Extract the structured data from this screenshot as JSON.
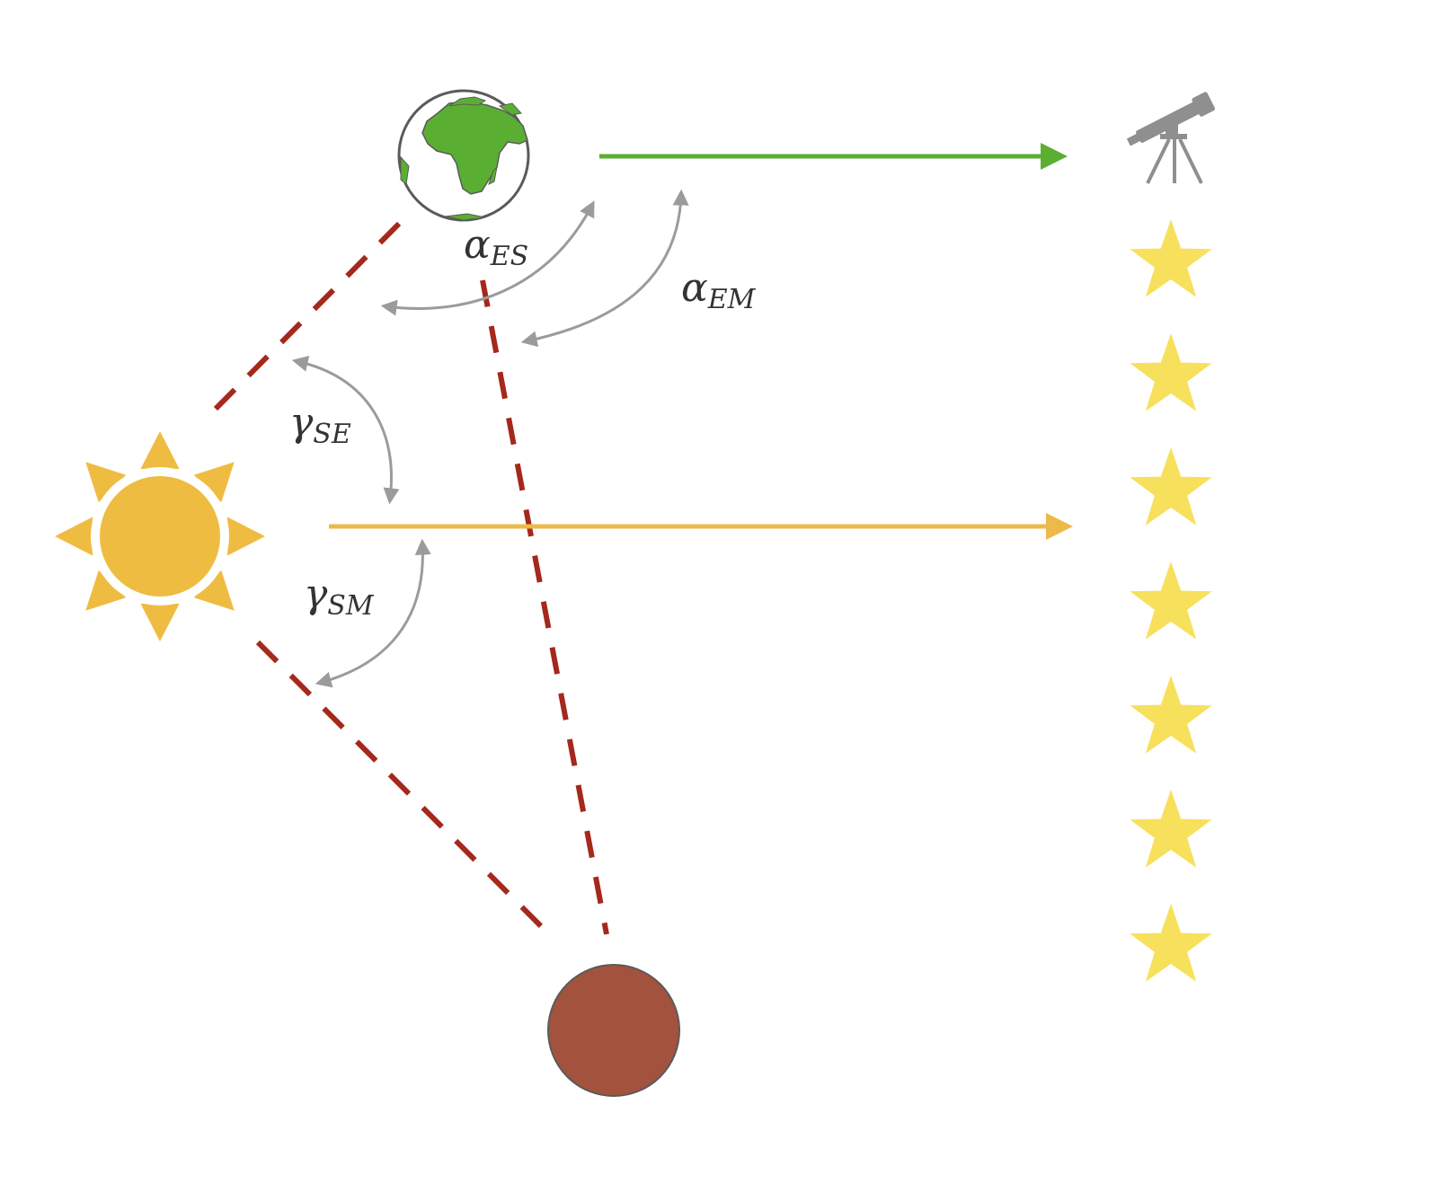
{
  "colors": {
    "earth_land": "#5aaf32",
    "earth_outline": "#5a5a5a",
    "sun": "#efbc42",
    "mars": "#a3523d",
    "sightline": "#a5281c",
    "earth_arrow": "#5aaf32",
    "sun_arrow": "#ecba4a",
    "angle_arc": "#9b9b9b",
    "telescope": "#8f8f8f",
    "star": "#f7e05c",
    "label_text": "#333333"
  },
  "icons": {
    "earth": "globe-africa-icon",
    "sun": "sun-icon",
    "mars": "mars-disc-icon",
    "telescope": "telescope-icon",
    "star": "star-icon"
  },
  "labels": {
    "alpha_es": {
      "symbol": "α",
      "subscript": "ES"
    },
    "alpha_em": {
      "symbol": "α",
      "subscript": "EM"
    },
    "gamma_se": {
      "symbol": "γ",
      "subscript": "SE"
    },
    "gamma_sm": {
      "symbol": "γ",
      "subscript": "SM"
    }
  },
  "reference_stars": 7
}
